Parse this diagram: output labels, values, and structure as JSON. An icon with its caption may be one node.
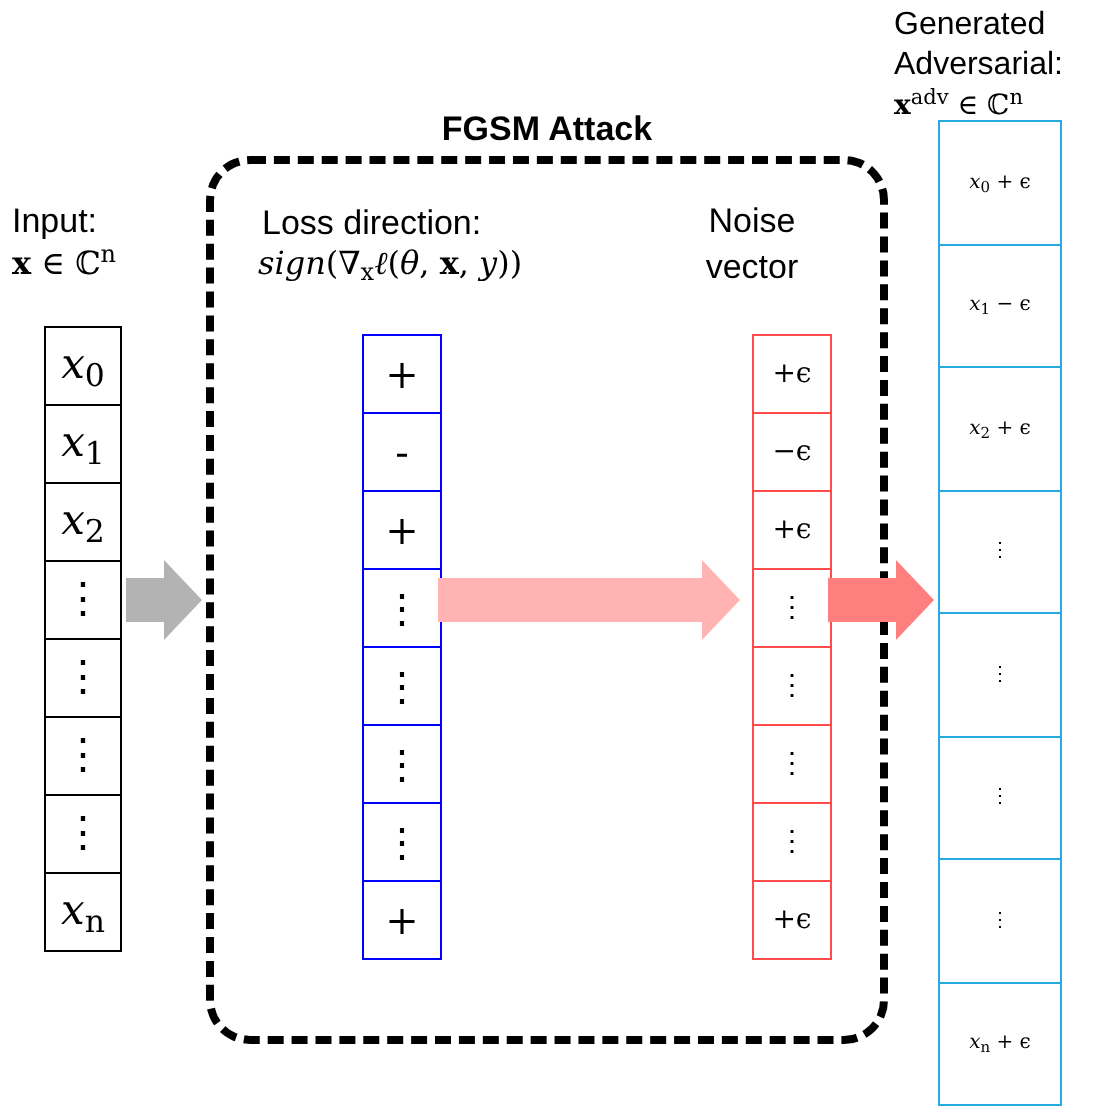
{
  "diagram": {
    "nodes": [
      {
        "text": [
          "*x*$_{0}$",
          "*x*$_{1}$",
          "*x*$_{2}$",
          "⋮",
          "⋮",
          "⋮",
          "⋮",
          "*x*$_{n}$"
        ],
        "beside": [
          "Input:",
          "**x** ∈ ℂ$^{n}$"
        ]
      },
      {
        "text": [
          "FGSM Attack"
        ]
      },
      {
        "text": [
          "+",
          "-",
          "+",
          "⋮",
          "⋮",
          "⋮",
          "⋮",
          "+"
        ],
        "in": 1,
        "beside": [
          "Loss direction:",
          "*sign*(∇$_{x}$*ℓ*(*θ*, **x**, *y*))"
        ]
      },
      {
        "text": [
          "+ϵ",
          "−ϵ",
          "+ϵ",
          "⋮",
          "⋮",
          "⋮",
          "⋮",
          "+ϵ"
        ],
        "in": 1,
        "beside": [
          "Noise vector"
        ]
      },
      {
        "text": [
          "*x*$_{0}$ + ϵ",
          "*x*$_{1}$ − ϵ",
          "*x*$_{2}$ + ϵ",
          "⋮",
          "⋮",
          "⋮",
          "⋮",
          "*x*$_{n}$ + ϵ"
        ],
        "beside": [
          "Generated Adversarial:",
          "**x**$^{adv}$ ∈ ℂ$^{n}$"
        ]
      }
    ],
    "edges": [
      {
        "from": 0,
        "to": 1,
        "arrow": "to",
        "color": "#b3b3b3"
      },
      {
        "from": 2,
        "to": 3,
        "arrow": "to",
        "color": "#ffb3b3"
      },
      {
        "from": 3,
        "to": 4,
        "arrow": "to",
        "color": "#ff7f7f"
      }
    ]
  }
}
